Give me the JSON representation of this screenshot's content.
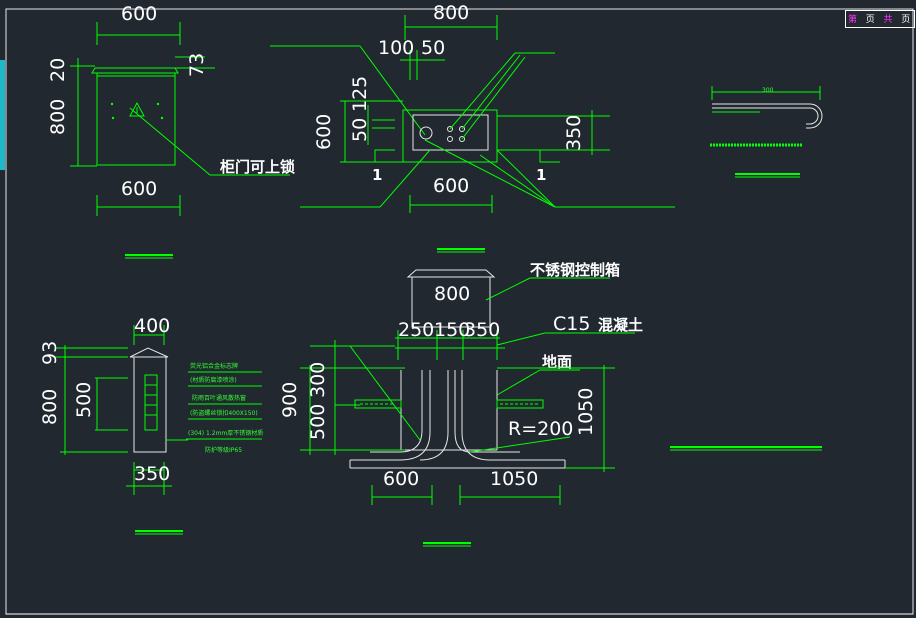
{
  "title_block": {
    "text_a": "第",
    "text_b": "页",
    "text_c": "共",
    "text_d": "页"
  },
  "front_view": {
    "dim_top": "600",
    "dim_side_top": "20",
    "dim_side_height": "800",
    "dim_right": "73",
    "dim_bottom": "600",
    "note": "柜门可上锁"
  },
  "plan_view": {
    "dim_top": "800",
    "dim_a": "100",
    "dim_b": "50",
    "dim_left_top": "125",
    "dim_left_mid": "50",
    "dim_left": "600",
    "dim_right": "350",
    "dim_bottom": "600",
    "section_mark_left": "1",
    "section_mark_right": "1"
  },
  "side_view": {
    "dim_top": "400",
    "dim_side_top": "93",
    "dim_left": "800",
    "dim_inner": "500",
    "dim_bottom": "350",
    "notes": [
      "荧光铝合金标志牌",
      "(材质防腐漆喷涂)",
      "防雨百叶通风散热窗",
      "(防盗螺丝锁扣400X150)",
      "(304) 1.2mm厚不锈钢材质",
      "防护等级IP65"
    ]
  },
  "section_view": {
    "dim_top": "800",
    "dim_a": "250",
    "dim_b": "150",
    "dim_c": "350",
    "dim_left_total": "900",
    "dim_left_a": "300",
    "dim_left_b": "500",
    "dim_right": "1050",
    "dim_bottom_left": "600",
    "dim_bottom_right": "1050",
    "radius": "R=200",
    "label_box": "不锈钢控制箱",
    "label_concrete_a": "C15",
    "label_concrete_b": "混凝土",
    "label_ground": "地面"
  },
  "detail_view": {
    "dim": "300"
  }
}
